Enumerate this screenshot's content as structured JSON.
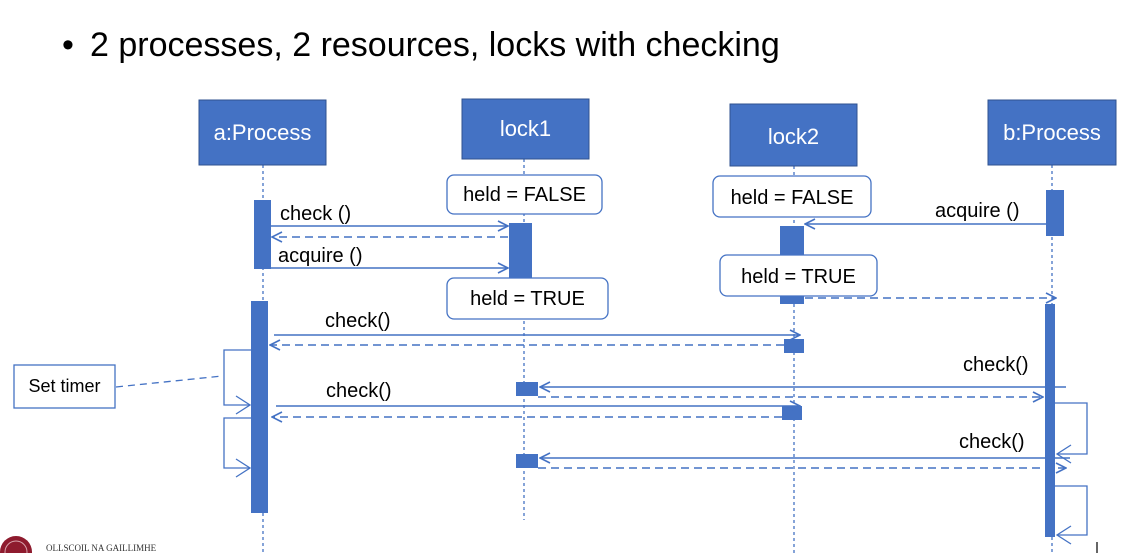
{
  "slide": {
    "bullet": "•",
    "title": "2 processes, 2 resources, locks with checking"
  },
  "participants": {
    "a_process": "a:Process",
    "lock1": "lock1",
    "lock2": "lock2",
    "b_process": "b:Process"
  },
  "states": {
    "lock1_before": "held = FALSE",
    "lock1_after": "held = TRUE",
    "lock2_before": "held = FALSE",
    "lock2_after": "held = TRUE"
  },
  "messages": {
    "a_check": "check ()",
    "a_acquire": "acquire ()",
    "b_acquire": "acquire ()",
    "a_check_lock2_1": "check()",
    "b_check_lock1_1": "check()",
    "a_check_lock2_2": "check()",
    "b_check_lock1_2": "check()"
  },
  "notes": {
    "set_timer": "Set timer"
  },
  "footer": {
    "university": "OLLSCOIL NA GAILLIMHE"
  },
  "colors": {
    "box_fill": "#4472c4",
    "line": "#4472c4",
    "state_border": "#4472c4",
    "text": "#000000"
  }
}
